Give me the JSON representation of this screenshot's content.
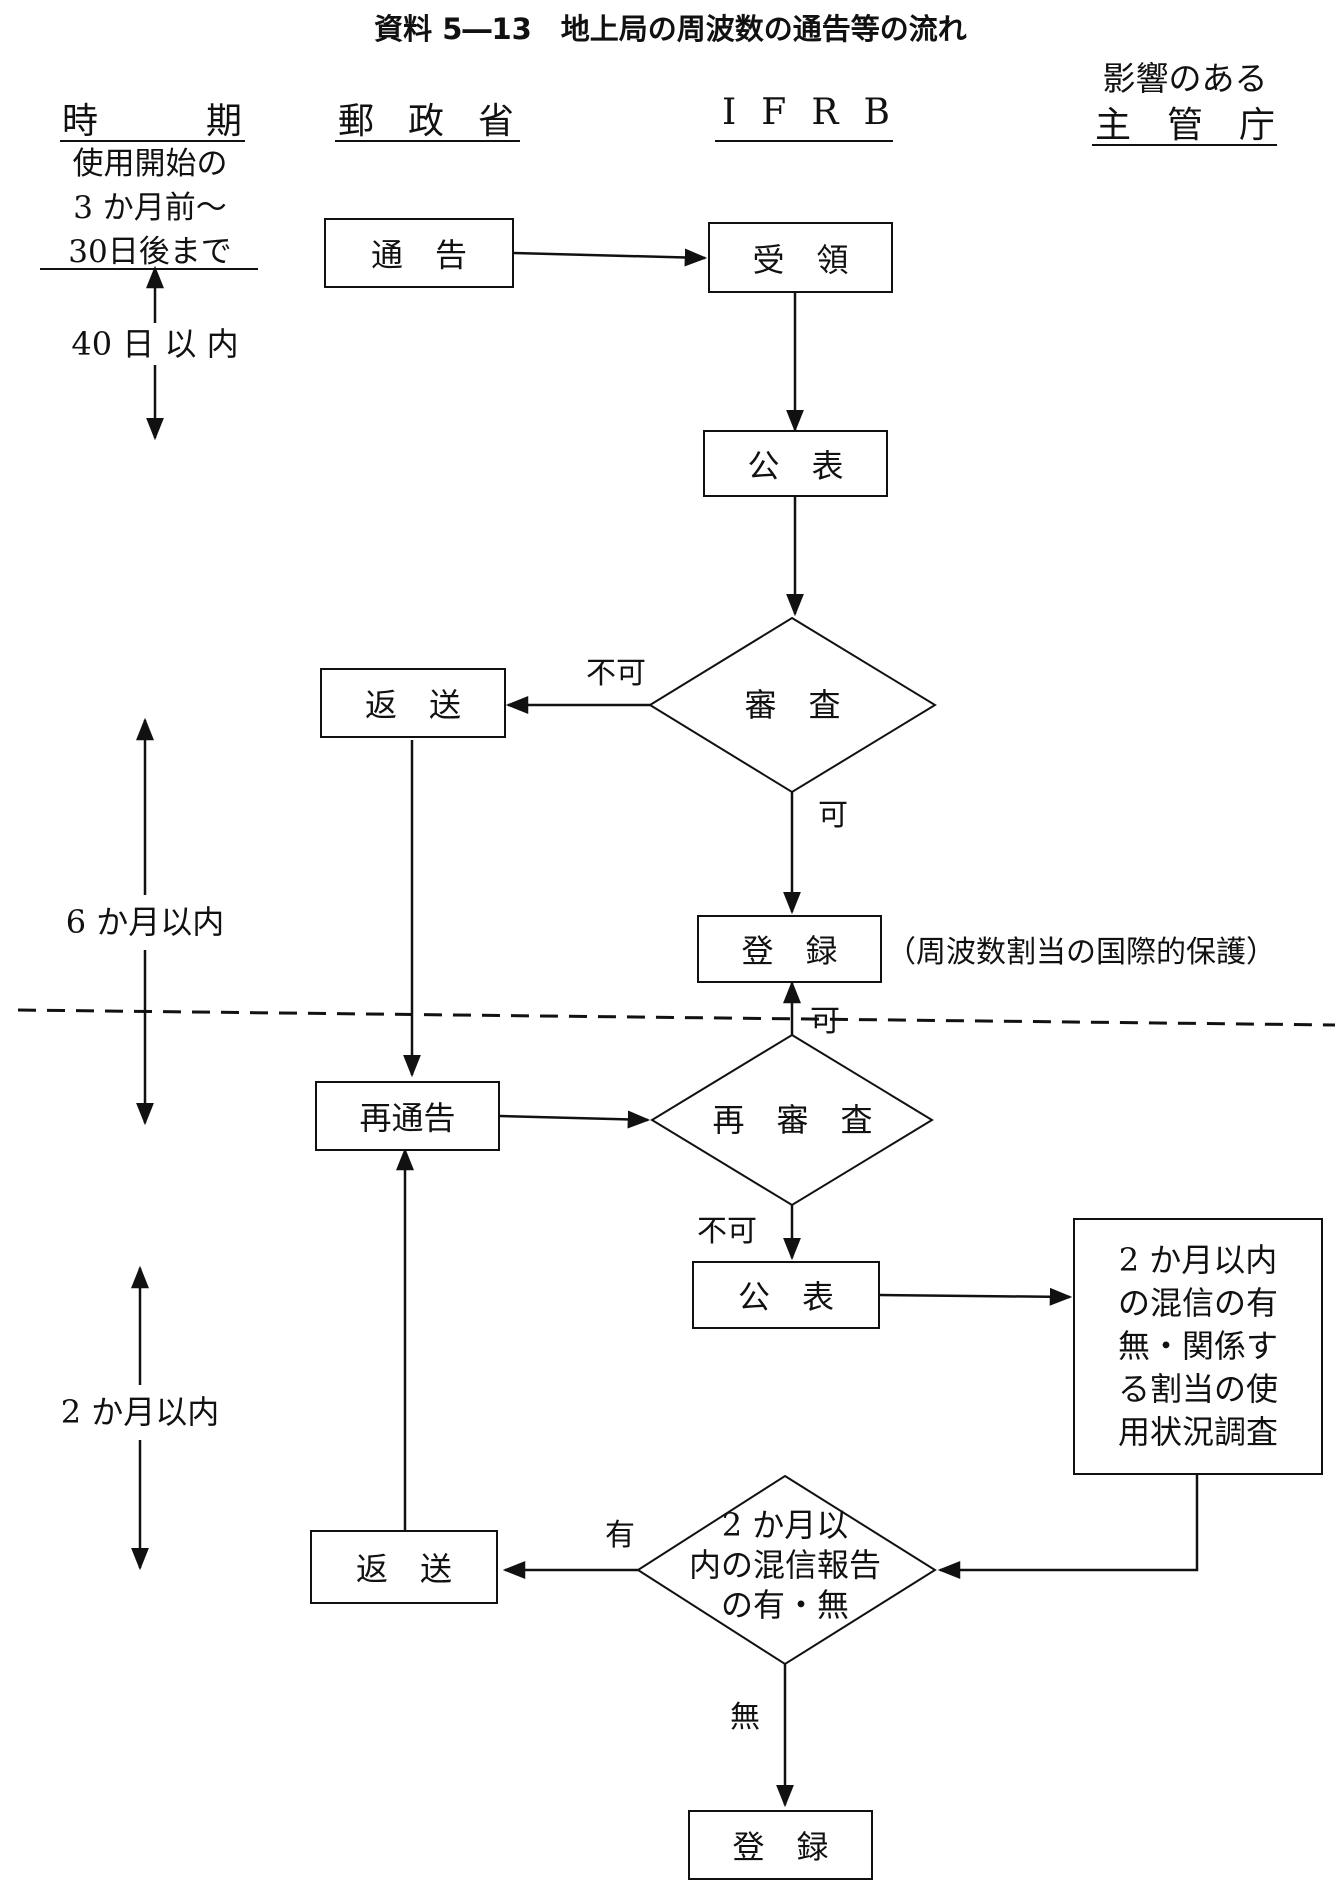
{
  "title": "資料 5―13　地上局の周波数の通告等の流れ",
  "columns": {
    "timing": {
      "label": [
        "時",
        "期"
      ]
    },
    "ministry": {
      "label": [
        "郵",
        "政",
        "省"
      ]
    },
    "ifrb": {
      "label": [
        "I",
        "F",
        "R",
        "B"
      ]
    },
    "affected": {
      "line1": "影響のある",
      "line2": [
        "主",
        "管",
        "庁"
      ]
    }
  },
  "timing": {
    "submission": [
      "使用開始の",
      "3 か月前～",
      "30日後まで"
    ],
    "period1": "40 日 以 内",
    "period2": "6 か月以内",
    "period3": "2 か月以内"
  },
  "nodes": {
    "notify": "通　告",
    "receive": "受　領",
    "publish1": "公　表",
    "examine": "審　査",
    "return1": "返　送",
    "register1": "登　録",
    "protection_note": "（周波数割当の国際的保護）",
    "renotify": "再通告",
    "reexamine": "再　審　査",
    "publish2": "公　表",
    "survey": [
      "2 か月以内",
      "の混信の有",
      "無・関係す",
      "る割当の使",
      "用状況調査"
    ],
    "interference": [
      "2 か月以",
      "内の混信報告",
      "の有・無"
    ],
    "return2": "返　送",
    "register2": "登　録"
  },
  "edge_labels": {
    "examine_reject": "不可",
    "examine_accept": "可",
    "reexamine_accept": "可",
    "reexamine_reject": "不可",
    "interference_yes": "有",
    "interference_no": "無"
  }
}
